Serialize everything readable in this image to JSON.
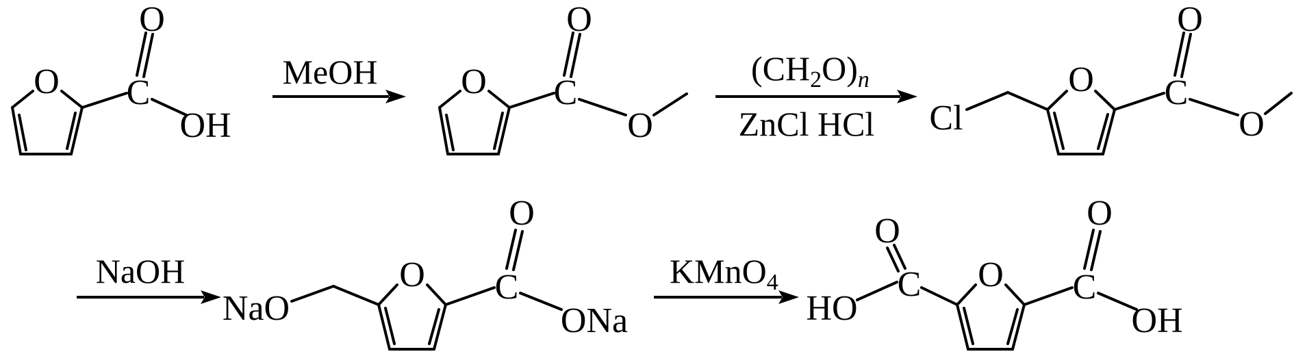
{
  "atoms": {
    "ring_o": "O",
    "carbonyl_o": "O",
    "carbon": "C",
    "hydroxyl": "OH",
    "ester_o": "O",
    "chloro": "Cl",
    "sodium_alkoxide": "NaO",
    "sodium_carboxylate": "ONa",
    "hydroxyl_left": "HO"
  },
  "reagents": {
    "step1": "MeOH",
    "step2_top": "(CH2O)n",
    "step2_top_parts": {
      "open": "(CH",
      "sub2": "2",
      "mid": "O)",
      "subn": "n"
    },
    "step2_bottom": "ZnCl HCl",
    "step3": "NaOH",
    "step4": "KMnO4",
    "step4_parts": {
      "main": "KMnO",
      "sub4": "4"
    }
  }
}
